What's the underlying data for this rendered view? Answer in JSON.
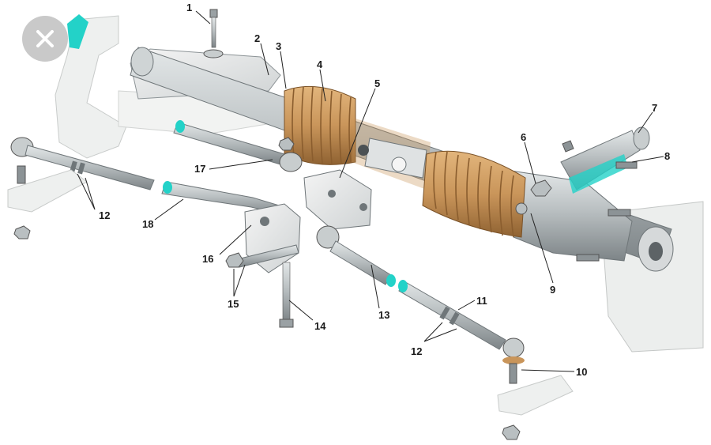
{
  "close_button": {
    "icon": "close-icon"
  },
  "colors": {
    "bellows": "#c9955a",
    "metal": "#b9bfc1",
    "metal_dark": "#8c9396",
    "bracket": "#ececec",
    "accent": "#23d2c8",
    "leader": "#222222"
  },
  "callouts": [
    {
      "id": "callout-1",
      "text": "1"
    },
    {
      "id": "callout-2",
      "text": "2"
    },
    {
      "id": "callout-3",
      "text": "3"
    },
    {
      "id": "callout-4",
      "text": "4"
    },
    {
      "id": "callout-5",
      "text": "5"
    },
    {
      "id": "callout-6",
      "text": "6"
    },
    {
      "id": "callout-7",
      "text": "7"
    },
    {
      "id": "callout-8",
      "text": "8"
    },
    {
      "id": "callout-9",
      "text": "9"
    },
    {
      "id": "callout-10",
      "text": "10"
    },
    {
      "id": "callout-11",
      "text": "11"
    },
    {
      "id": "callout-12a",
      "text": "12"
    },
    {
      "id": "callout-12b",
      "text": "12"
    },
    {
      "id": "callout-13",
      "text": "13"
    },
    {
      "id": "callout-14",
      "text": "14"
    },
    {
      "id": "callout-15",
      "text": "15"
    },
    {
      "id": "callout-16",
      "text": "16"
    },
    {
      "id": "callout-17",
      "text": "17"
    },
    {
      "id": "callout-18",
      "text": "18"
    }
  ]
}
